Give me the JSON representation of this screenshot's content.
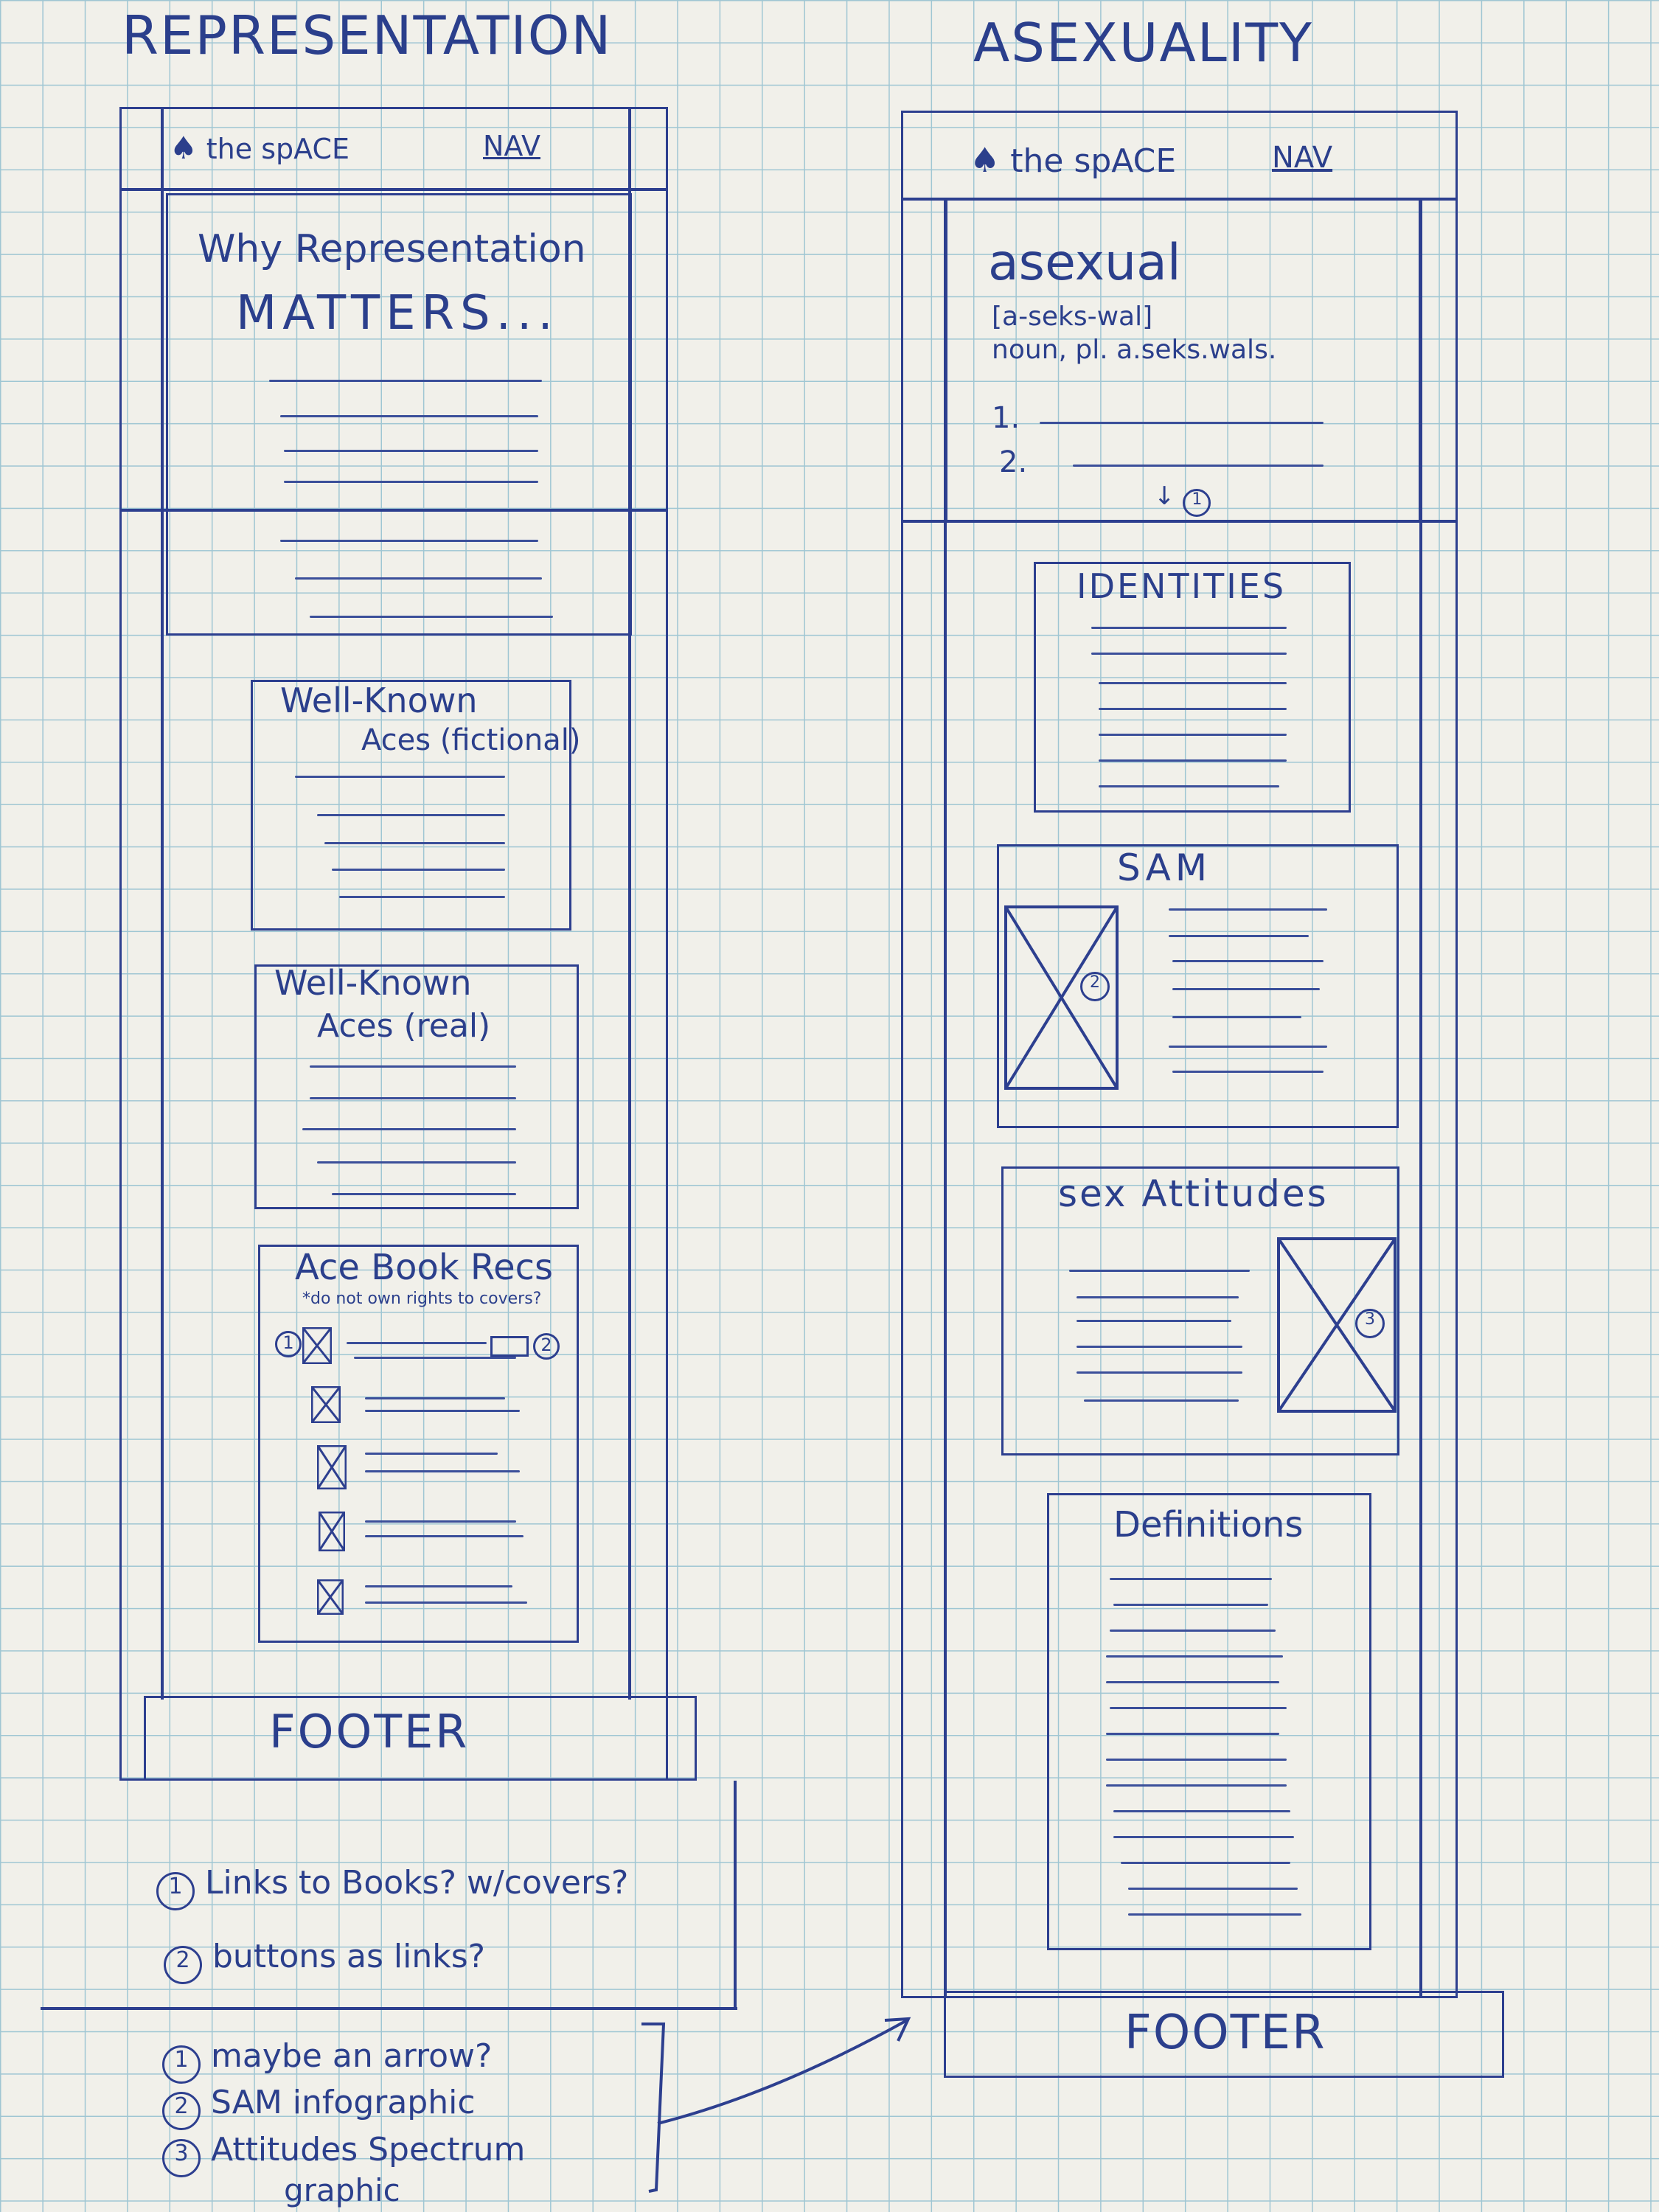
{
  "left": {
    "page_title": "REPRESENTATION",
    "logo_text": "the spACE",
    "nav_label": "NAV",
    "hero_title_1": "Why Representation",
    "hero_title_2": "MATTERS...",
    "card_fictional_1": "Well-Known",
    "card_fictional_2": "Aces (fictional)",
    "card_real_1": "Well-Known",
    "card_real_2": "Aces (real)",
    "book_recs_title": "Ace Book Recs",
    "book_recs_note": "*do not own rights to covers?",
    "marker_1": "1",
    "marker_2": "2",
    "footer": "FOOTER"
  },
  "right": {
    "page_title": "ASEXUALITY",
    "logo_text": "the spACE",
    "nav_label": "NAV",
    "definition_word": "asexual",
    "pronunciation": "[a-seks-wal]",
    "part_of_speech": "noun, pl. a.seks.wals.",
    "def_num_1": "1.",
    "def_num_2": "2.",
    "arrow_marker": "1",
    "identities_title": "IDENTITIES",
    "sam_title": "SAM",
    "sam_marker": "2",
    "sex_attitudes_title": "sex Attitudes",
    "attitudes_marker": "3",
    "definitions_title": "Definitions",
    "footer": "FOOTER"
  },
  "notes_left": {
    "note_1_num": "1",
    "note_1_text": "Links to Books? w/covers?",
    "note_2_num": "2",
    "note_2_text": "buttons as links?"
  },
  "notes_bottom": {
    "note_1_num": "1",
    "note_1_text": "maybe an arrow?",
    "note_2_num": "2",
    "note_2_text": "SAM infographic",
    "note_3_num": "3",
    "note_3_text": "Attitudes Spectrum",
    "note_3_text_cont": "graphic"
  }
}
